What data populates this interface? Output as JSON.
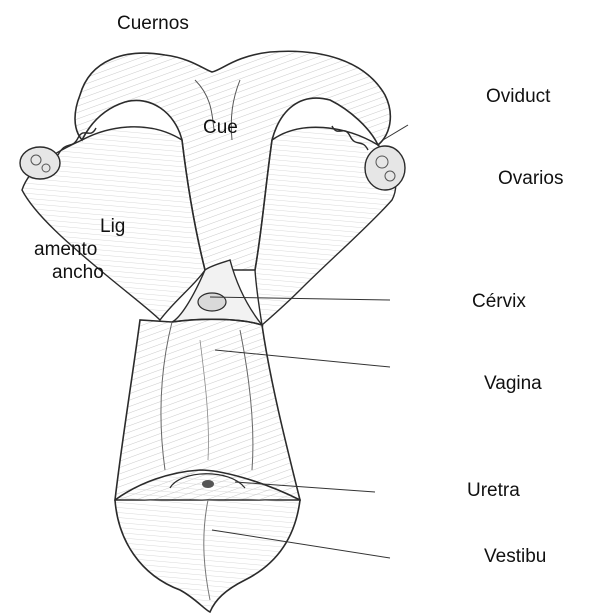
{
  "labels": {
    "horns_top": "Cuernos",
    "horn_center": "Cue",
    "oviduct": "Oviduct",
    "ovaries": "Ovarios",
    "broad_ligament": [
      "Lig",
      "amento",
      "ancho"
    ],
    "cervix": "Cérvix",
    "vagina": "Vagina",
    "urethra": "Uretra",
    "vestibule": "Vestibu"
  },
  "colors": {
    "ink": "#2b2b2b",
    "shade": "#9a9a9a",
    "background": "#ffffff"
  }
}
